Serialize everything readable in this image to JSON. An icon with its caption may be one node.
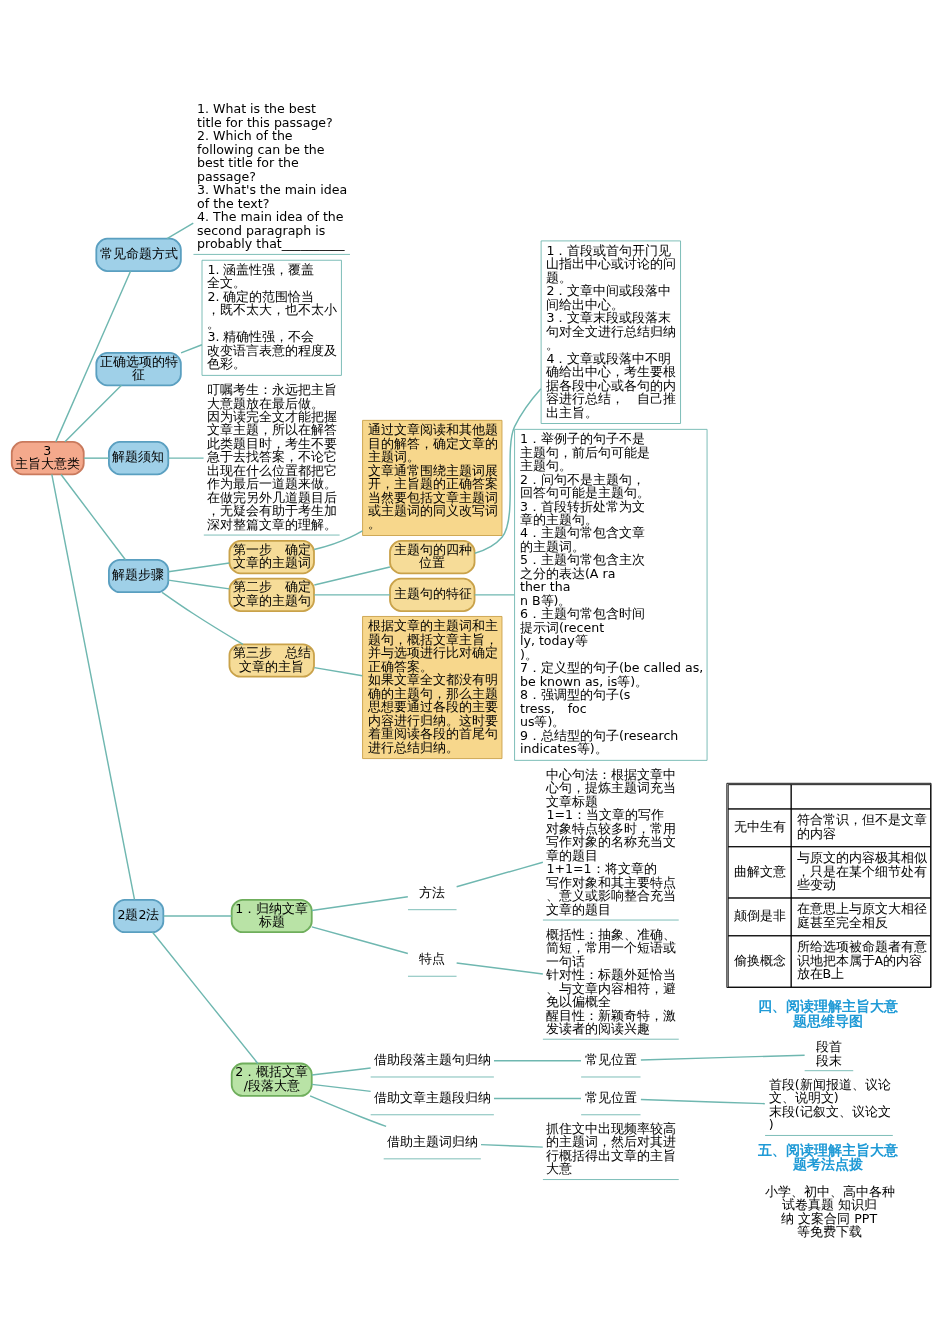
{
  "diagram": {
    "nodes": [
      {
        "text": [
          "3",
          "主旨大意类"
        ]
      },
      {
        "text": [
          "常见命题方式"
        ]
      },
      {
        "text": [
          "1. What is the best title for this passage?",
          "2. Which of the following can be the best title for the passage?",
          "3. What's the main idea of the text?",
          "4. The main idea of the second paragraph is probably that__________"
        ]
      },
      {
        "text": [
          "正确选项的特征"
        ]
      },
      {
        "text": [
          "1. 涵盖性强，覆盖全文。",
          "2. 确定的范围恰当，既不太大，也不太小。",
          "3. 精确性强，不会改变语言表意的程度及色彩。"
        ]
      },
      {
        "text": [
          "解题须知"
        ]
      },
      {
        "text": [
          "叮嘱考生：永远把主旨大意题放在最后做。",
          "因为读完全文才能把握文章主题，所以在解答此类题目时，考生不要急于去找答案，不论它出现在什么位置都把它作为最后一道题来做。",
          "在做完另外几道题目后，无疑会有助于考生加深对整篇文章的理解。"
        ]
      },
      {
        "text": [
          "解题步骤"
        ]
      },
      {
        "text": [
          "第一步　确定文章的主题词"
        ]
      },
      {
        "text": [
          "通过文章阅读和其他题目的解答，确定文章的主题词。",
          "文章通常围绕主题词展开，主旨题的正确答案当然要包括文章主题词或主题词的同义改写词。"
        ]
      },
      {
        "text": [
          "第二步　确定文章的主题句"
        ]
      },
      {
        "text": [
          "主题句的四种位置"
        ]
      },
      {
        "text": [
          "1．首段或首句开门见山指出中心或讨论的问题。",
          "2．文章中间或段落中间给出中心。",
          "3．文章末段或段落末句对全文进行总结归纳。",
          "4．文章或段落中不明确给出中心，考生要根据各段中心或各句的内容进行总结，　自己推出主旨。"
        ]
      },
      {
        "text": [
          "主题句的特征"
        ]
      },
      {
        "text": [
          "1．举例子的句子不是主题句，前后句可能是主题句。",
          "2．问句不是主题句，回答句可能是主题句。",
          "3．首段转折处常为文章的主题句。",
          "4．主题句常包含文章的主题词。",
          "5．主题句常包含主次之分的表达(A rather than B等)。",
          "6．主题句常包含时间提示词(recently, today等)。",
          "7．定义型的句子(be called as, be known as, is等)。",
          "8．强调型的句子(stress,　focus等)。",
          "9．总结型的句子(research indicates等)。"
        ]
      },
      {
        "text": [
          "第三步　总结文章的主旨"
        ]
      },
      {
        "text": [
          "根据文章的主题词和主题句，概括文章主旨，并与选项进行比对确定正确答案。",
          "如果文章全文都没有明确的主题句，那么主题思想要通过各段的主要内容进行归纳。这时要着重阅读各段的首尾句进行总结归纳。"
        ]
      },
      {
        "text": [
          "2题2法"
        ]
      },
      {
        "text": [
          "1．归纳文章标题"
        ]
      },
      {
        "text": [
          "方法"
        ]
      },
      {
        "text": [
          "中心句法：根据文章中心句，提炼主题词充当文章标题",
          "1=1：当文章的写作对象特点较多时，常用写作对象的名称充当文章的题目",
          "1+1=1：将文章的写作对象和其主要特点、意义或影响整合充当文章的题目"
        ]
      },
      {
        "text": [
          "特点"
        ]
      },
      {
        "text": [
          "概括性：抽象、准确、简短，常用一个短语或一句话",
          "针对性：标题外延恰当、与文章内容相符，避免以偏概全",
          "醒目性：新颖奇特，激发读者的阅读兴趣"
        ]
      },
      {
        "text": [
          "2．概括文章/段落大意"
        ]
      },
      {
        "text": [
          "借助段落主题句归纳"
        ]
      },
      {
        "text": [
          "常见位置"
        ]
      },
      {
        "text": [
          "段首",
          "段末"
        ]
      },
      {
        "text": [
          "借助文章主题段归纳"
        ]
      },
      {
        "text": [
          "常见位置"
        ]
      },
      {
        "text": [
          "首段(新闻报道、议论文、说明文)",
          "末段(记叙文、议论文)"
        ]
      },
      {
        "text": [
          "借助主题词归纳"
        ]
      },
      {
        "text": [
          "抓住文中出现频率较高的主题词，然后对其进行概括得出文章的主旨大意"
        ]
      }
    ],
    "edges": [
      {
        "from": 0,
        "to": 1,
        "arrow": "none"
      },
      {
        "from": 1,
        "to": 2,
        "arrow": "none"
      },
      {
        "from": 0,
        "to": 3,
        "arrow": "none"
      },
      {
        "from": 3,
        "to": 4,
        "arrow": "none"
      },
      {
        "from": 0,
        "to": 5,
        "arrow": "none"
      },
      {
        "from": 5,
        "to": 6,
        "arrow": "none"
      },
      {
        "from": 0,
        "to": 7,
        "arrow": "none"
      },
      {
        "from": 7,
        "to": 8,
        "arrow": "none"
      },
      {
        "from": 8,
        "to": 9,
        "arrow": "none"
      },
      {
        "from": 7,
        "to": 10,
        "arrow": "none"
      },
      {
        "from": 10,
        "to": 11,
        "arrow": "none"
      },
      {
        "from": 11,
        "to": 12,
        "arrow": "none"
      },
      {
        "from": 10,
        "to": 13,
        "arrow": "none"
      },
      {
        "from": 13,
        "to": 14,
        "arrow": "none"
      },
      {
        "from": 7,
        "to": 15,
        "arrow": "none"
      },
      {
        "from": 15,
        "to": 16,
        "arrow": "none"
      },
      {
        "from": 0,
        "to": 17,
        "arrow": "none"
      },
      {
        "from": 17,
        "to": 18,
        "arrow": "none"
      },
      {
        "from": 18,
        "to": 19,
        "arrow": "none"
      },
      {
        "from": 19,
        "to": 20,
        "arrow": "none"
      },
      {
        "from": 18,
        "to": 21,
        "arrow": "none"
      },
      {
        "from": 21,
        "to": 22,
        "arrow": "none"
      },
      {
        "from": 17,
        "to": 23,
        "arrow": "none"
      },
      {
        "from": 23,
        "to": 24,
        "arrow": "none"
      },
      {
        "from": 24,
        "to": 25,
        "arrow": "none"
      },
      {
        "from": 25,
        "to": 26,
        "arrow": "none"
      },
      {
        "from": 23,
        "to": 27,
        "arrow": "none"
      },
      {
        "from": 27,
        "to": 28,
        "arrow": "none"
      },
      {
        "from": 28,
        "to": 29,
        "arrow": "none"
      },
      {
        "from": 23,
        "to": 30,
        "arrow": "none"
      },
      {
        "from": 30,
        "to": 31,
        "arrow": "none"
      }
    ],
    "labels": [
      "无中生有",
      "符合常识，但不是文章的内容",
      "曲解文意",
      "与原文的内容极其相似，只是在某个细节处有些变动",
      "颠倒是非",
      "在意思上与原文大相径庭甚至完全相反",
      "偷换概念",
      "所给选项被命题者有意识地把本属于A的内容放在B上",
      "四、阅读理解主旨大意题思维导图",
      "五、阅读理解主旨大意题考法点拨",
      "小学、初中、高中各种试卷真题 知识归纳 文案合同 PPT等免费下载"
    ]
  }
}
